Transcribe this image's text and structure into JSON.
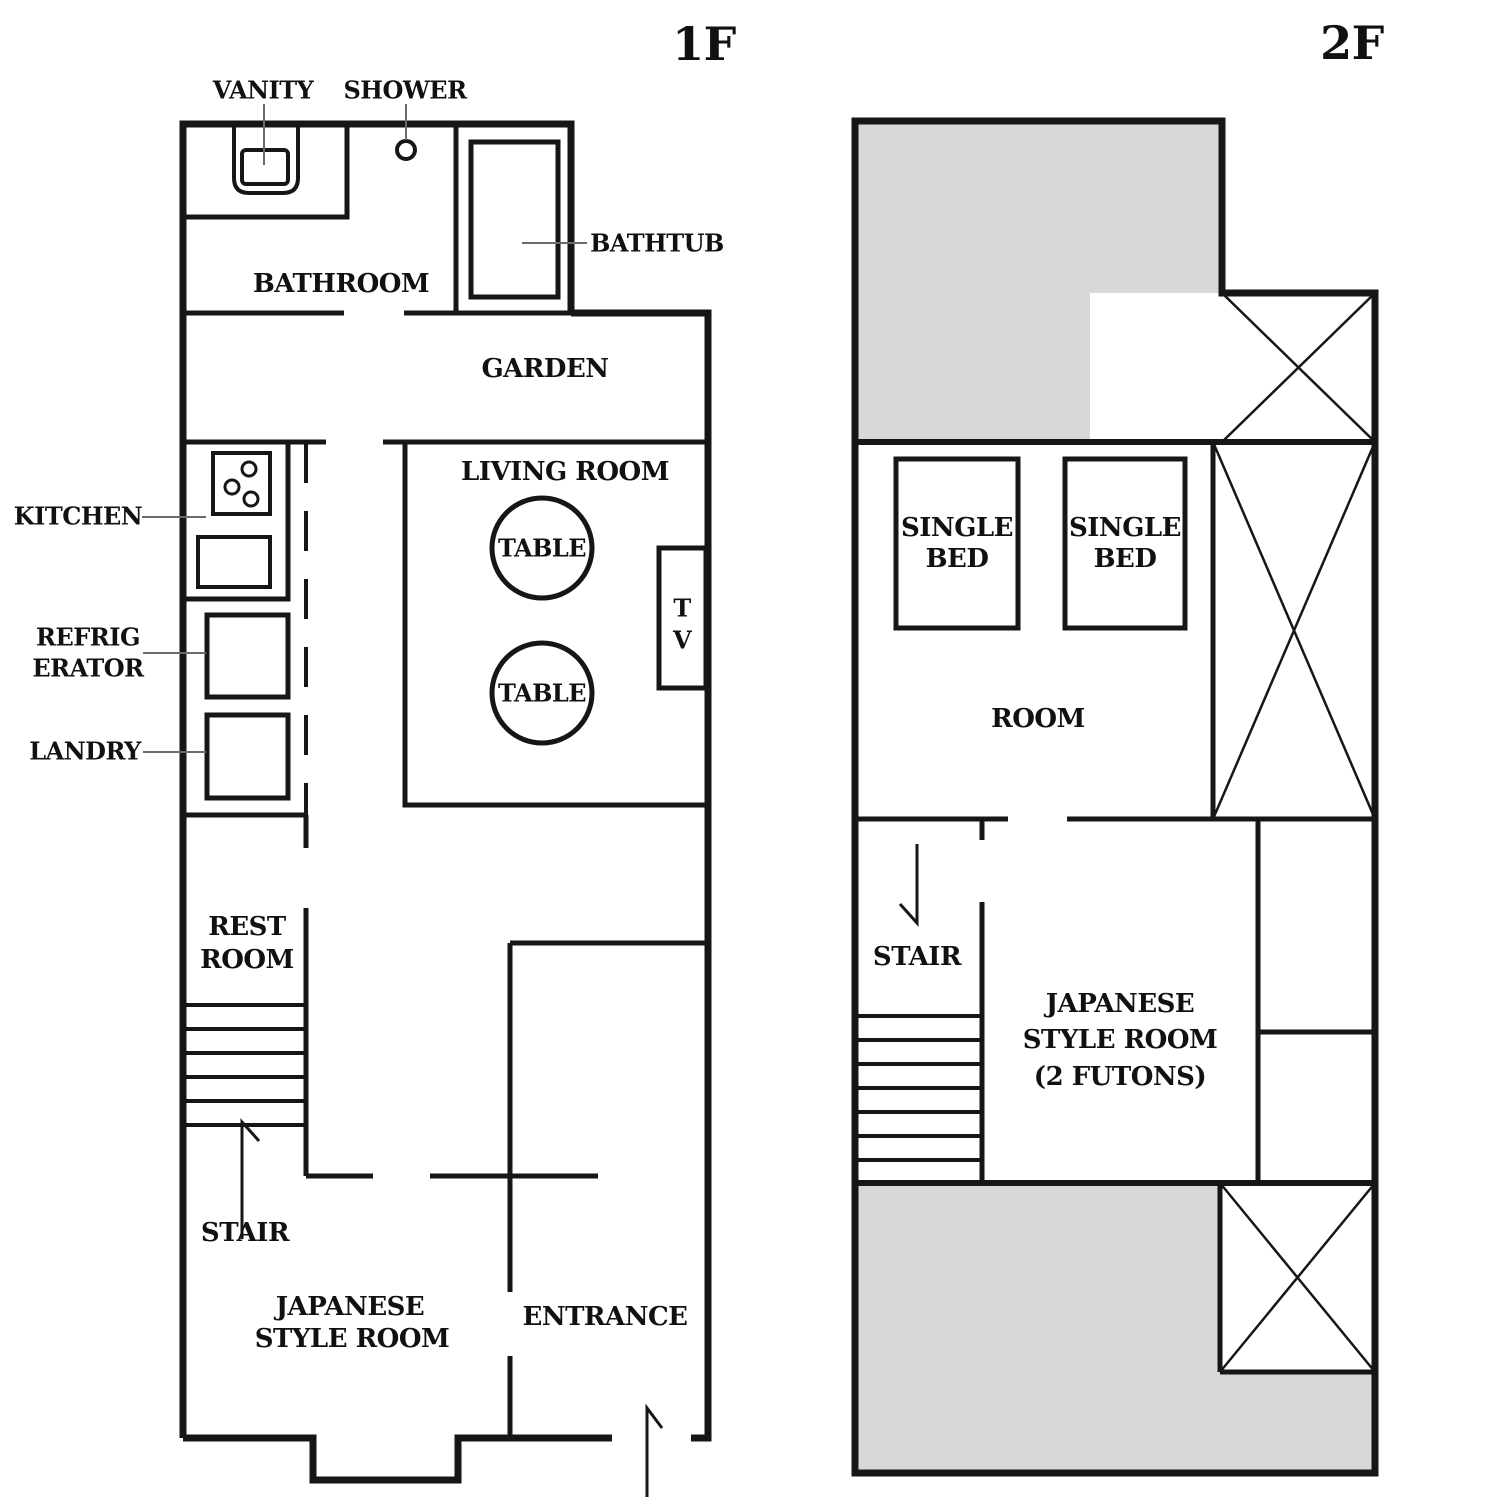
{
  "colors": {
    "wall": "#161616",
    "roof_fill": "#d8d8d8",
    "leader_line": "#6b6b6b",
    "background": "#ffffff"
  },
  "f1": {
    "title": "1F",
    "labels": {
      "vanity": "VANITY",
      "shower": "SHOWER",
      "bathtub": "BATHTUB",
      "bathroom": "BATHROOM",
      "garden": "GARDEN",
      "living_room": "LIVING ROOM",
      "table_top": "TABLE",
      "table_bottom": "TABLE",
      "tv_line1": "T",
      "tv_line2": "V",
      "kitchen": "KITCHEN",
      "refrigerator_line1": "REFRIG",
      "refrigerator_line2": "ERATOR",
      "landry": "LANDRY",
      "restroom_line1": "REST",
      "restroom_line2": "ROOM",
      "stair": "STAIR",
      "japanese_room_line1": "JAPANESE",
      "japanese_room_line2": "STYLE ROOM",
      "entrance": "ENTRANCE"
    }
  },
  "f2": {
    "title": "2F",
    "labels": {
      "bed1_line1": "SINGLE",
      "bed1_line2": "BED",
      "bed2_line1": "SINGLE",
      "bed2_line2": "BED",
      "room": "ROOM",
      "stair": "STAIR",
      "japanese_room_line1": "JAPANESE",
      "japanese_room_line2": "STYLE ROOM",
      "japanese_room_line3": "(2 FUTONS)"
    }
  }
}
